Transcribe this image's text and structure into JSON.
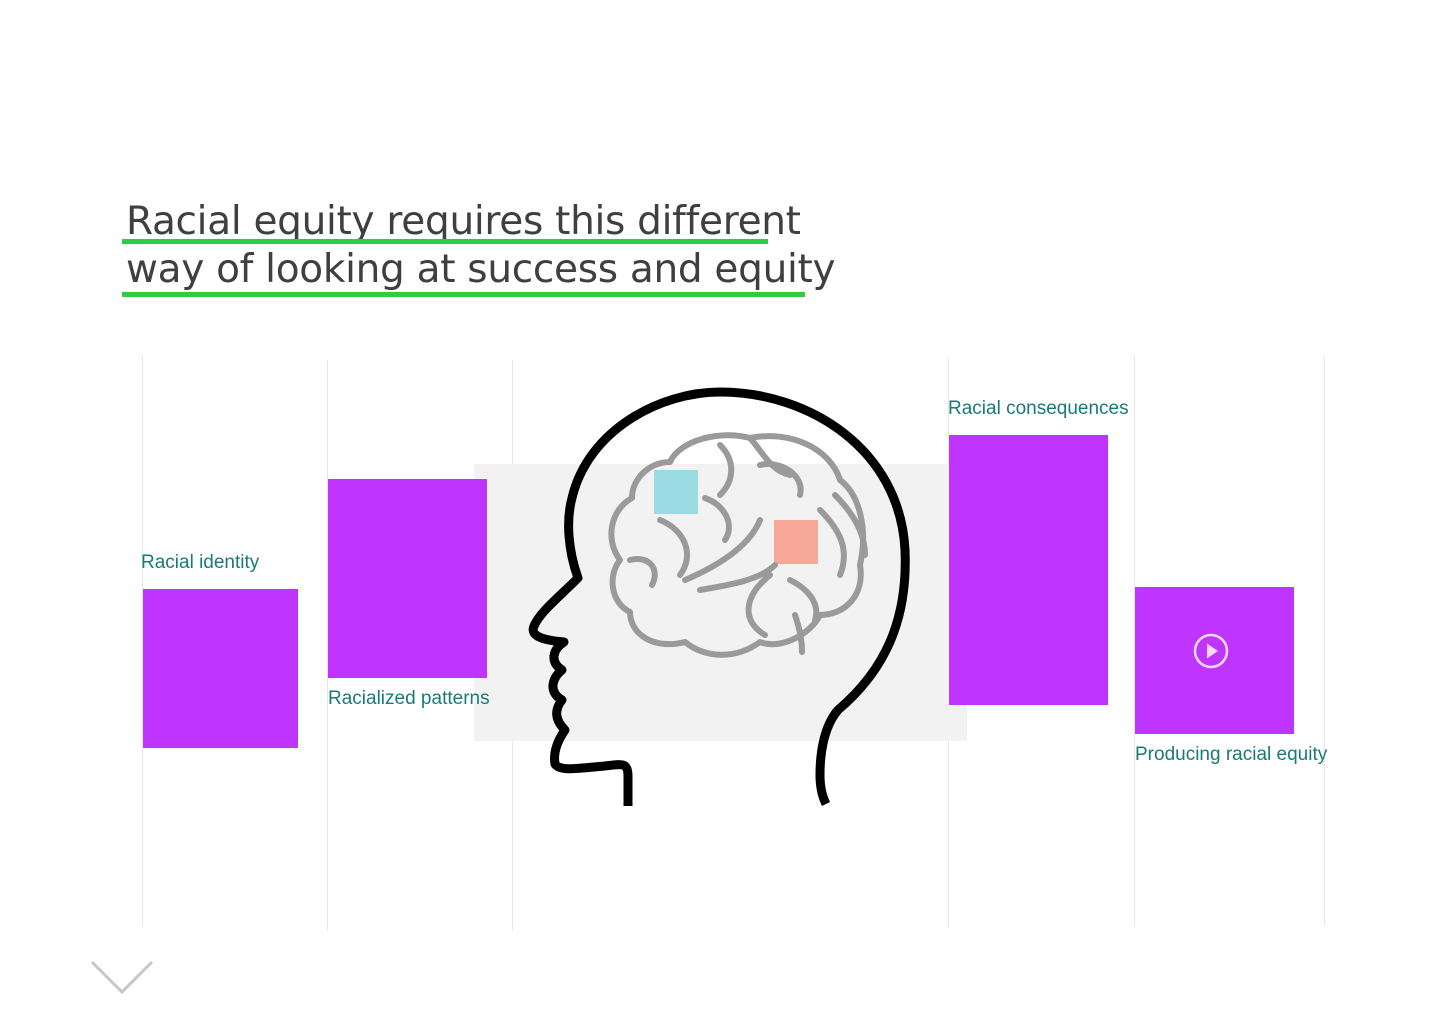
{
  "headline": {
    "line1": "Racial equity requires this different",
    "line2": "way of looking at success and equity"
  },
  "labels": {
    "racial_identity": "Racial identity",
    "racialized_patterns": "Racialized patterns",
    "racial_consequences": "Racial consequences",
    "producing_racial_equity": "Producing racial equity"
  },
  "colors": {
    "accent_underline": "#2ecc40",
    "block": "#bf35ff",
    "label_text": "#1a7a7a",
    "brain_highlight_1": "#99dce4",
    "brain_highlight_2": "#f7a898"
  },
  "icons": {
    "head": "head-with-brain-icon",
    "play": "play-circle-icon",
    "scroll": "chevron-down-icon"
  }
}
